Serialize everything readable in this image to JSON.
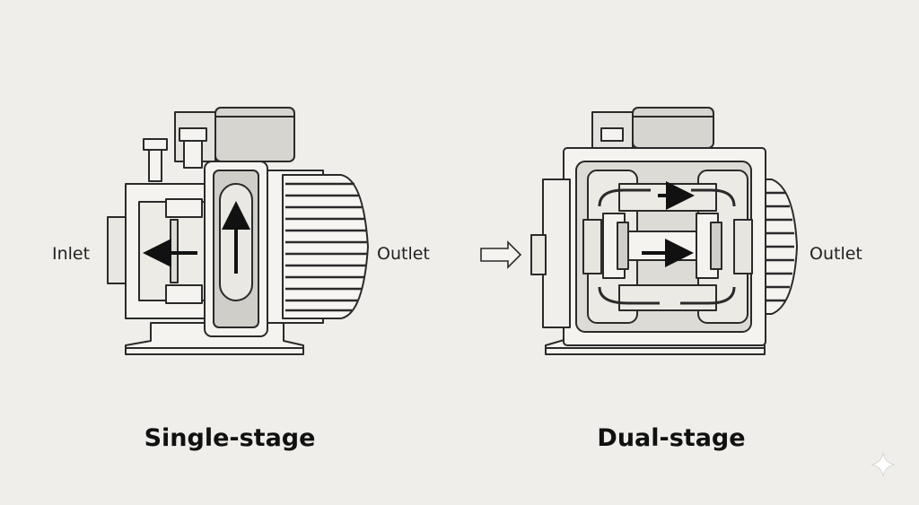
{
  "diagrams": [
    {
      "id": "single",
      "title": "Single-stage",
      "left_label": "Inlet",
      "right_label": "Outlet"
    },
    {
      "id": "dual",
      "title": "Dual-stage",
      "right_label": "Outlet"
    }
  ],
  "colors": {
    "background": "#efeeea",
    "stroke": "#2a2a2a",
    "fill_light": "#f4f3ef",
    "fill_mid": "#dcdbd6",
    "fill_dark": "#cfcec9",
    "arrow": "#111111"
  },
  "decoration": {
    "icon": "sparkle-icon"
  }
}
